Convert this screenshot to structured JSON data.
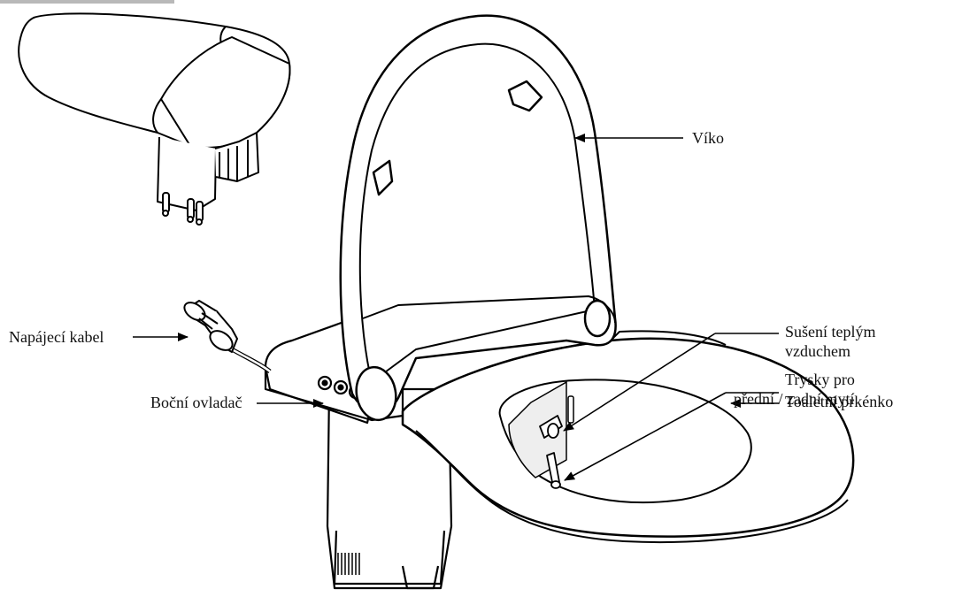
{
  "colors": {
    "line": "#000000",
    "fill": "#ffffff",
    "shade": "#dddddd",
    "text": "#111111",
    "tab": "#b9b9b9"
  },
  "labels": {
    "lid": "Víko",
    "power_cable": "Napájecí kabel",
    "side_control": "Boční ovladač",
    "warm_air_dryer_line1": "Sušení teplým",
    "warm_air_dryer_line2": "vzduchem",
    "nozzles_line1": "Trysky pro",
    "nozzles_line2": "přední / zadní mytí",
    "toilet_seat": "Toaletní prkénko"
  },
  "icons": [
    "power-adapter",
    "power-cable-connector",
    "control-buttons",
    "nozzle",
    "dryer-outlet"
  ]
}
